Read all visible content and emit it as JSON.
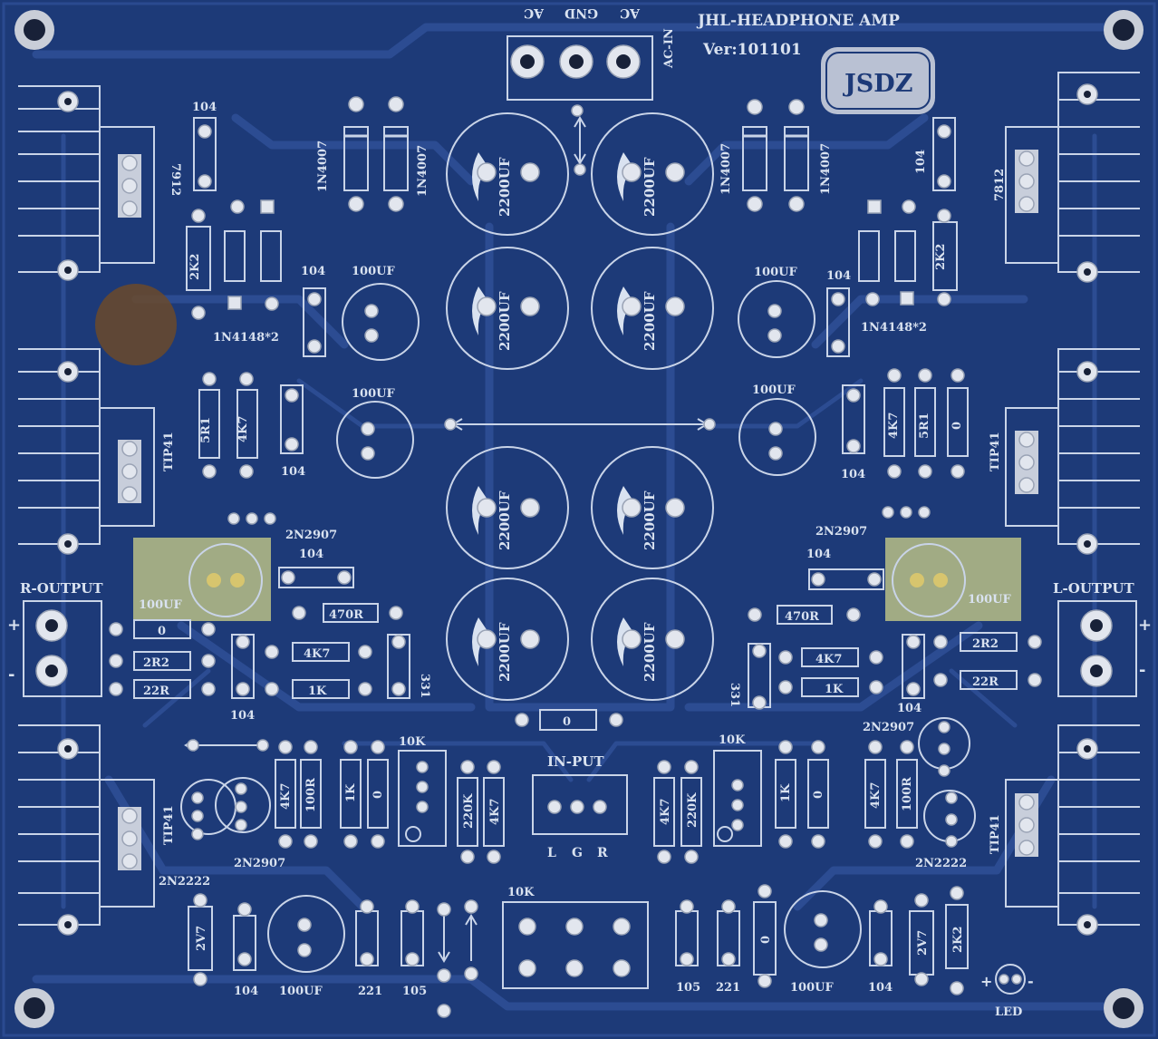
{
  "board": {
    "title": "JHL-HEADPHONE AMP",
    "version": "Ver:101101",
    "logo": "JSDZ",
    "colors": {
      "board": "#1d3a78",
      "silkscreen": "#d9e2f0",
      "pad": "#e2e6ee",
      "highlight": "#c9c78e"
    }
  },
  "power": {
    "ac_label_left": "AC",
    "gnd_label": "GND",
    "ac_label_right": "AC",
    "acin_label": "AC-IN"
  },
  "caps_main": [
    "2200UF",
    "2200UF",
    "2200UF",
    "2200UF",
    "2200UF",
    "2200UF",
    "2200UF",
    "2200UF"
  ],
  "labels": {
    "diode_1n4007": "1N4007",
    "reg_left": "7912",
    "reg_right": "7812",
    "res_2k2": "2K2",
    "diode_pair": "1N4148*2",
    "cap_104": "104",
    "cap_100uf": "100UF",
    "res_5r1": "5R1",
    "res_4k7": "4K7",
    "res_0": "0",
    "tip41": "TIP41",
    "q_2n2907": "2N2907",
    "q_2n2222": "2N2222",
    "res_470r": "470R",
    "res_2r2": "2R2",
    "res_22r": "22R",
    "res_1k": "1K",
    "res_100r": "100R",
    "res_220k": "220K",
    "cap_331": "331",
    "cap_221": "221",
    "cap_105": "105",
    "pot_10k": "10K",
    "zener_2v7": "2V7",
    "r_output": "R-OUTPUT",
    "l_output": "L-OUTPUT",
    "plus": "+",
    "minus": "-",
    "input": "IN-PUT",
    "in_l": "L",
    "in_g": "G",
    "in_r": "R",
    "led": "LED"
  }
}
